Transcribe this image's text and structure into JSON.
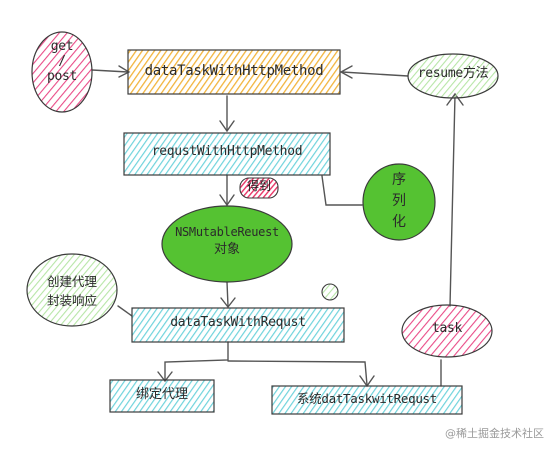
{
  "nodes": {
    "get_post": {
      "line1": "get",
      "line2": "/",
      "line3": "post"
    },
    "data_task_with_http_method": "dataTaskWithHttpMethod",
    "resume_method": "resume方法",
    "request_with_http_method": "requstWithHttpMethod",
    "serialize": {
      "line1": "序",
      "line2": "列",
      "line3": "化"
    },
    "obtain_badge": "得到",
    "mutable_request": {
      "line1": "NSMutableReuest",
      "line2": "对象"
    },
    "create_proxy": {
      "line1": "创建代理",
      "line2": "封装响应"
    },
    "data_task_with_request": "dataTaskWithRequst",
    "task": "task",
    "bind_proxy": "绑定代理",
    "system_data_task": "系统datTaskwitRequst"
  },
  "watermark": "@稀土掘金技术社区",
  "colors": {
    "pink": "#e94b87",
    "orange": "#f2b43c",
    "cyan": "#6fd3dc",
    "green": "#55c232",
    "red_badge": "#e83565",
    "stroke": "#3b3b3b",
    "arrow": "#555555"
  }
}
